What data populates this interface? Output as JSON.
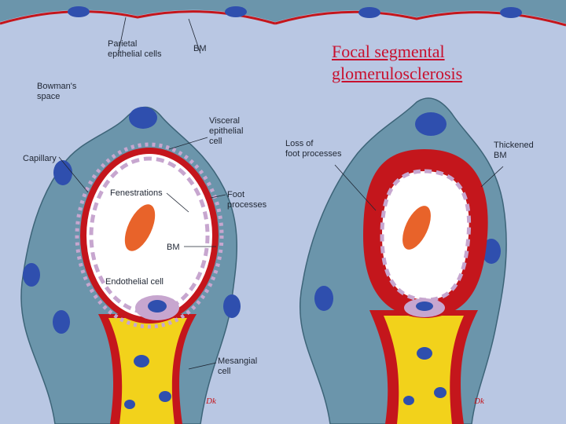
{
  "title": "Focal segmental\nglomerulosclerosis",
  "left_panel": {
    "labels": {
      "parietal": "Parietal\nepithelial cells",
      "bm_top": "BM",
      "bowmans": "Bowman's\nspace",
      "visceral": "Visceral\nepithelial\ncell",
      "capillary": "Capillary",
      "fenestrations": "Fenestrations",
      "foot": "Foot\nprocesses",
      "bm_mid": "BM",
      "endothelial": "Endothelial cell",
      "mesangial": "Mesangial\ncell"
    },
    "signature": "Dk"
  },
  "right_panel": {
    "labels": {
      "loss": "Loss of\nfoot processes",
      "thickened": "Thickened\nBM"
    },
    "signature": "Dk"
  },
  "colors": {
    "background": "#b9c7e3",
    "epithelium": "#6b95ab",
    "basement_membrane": "#c4161c",
    "mesangium": "#f2d21b",
    "nucleus": "#2f4fae",
    "red_cell": "#e8632a",
    "foot_process": "#c7a6cf",
    "title": "#c8102e"
  }
}
